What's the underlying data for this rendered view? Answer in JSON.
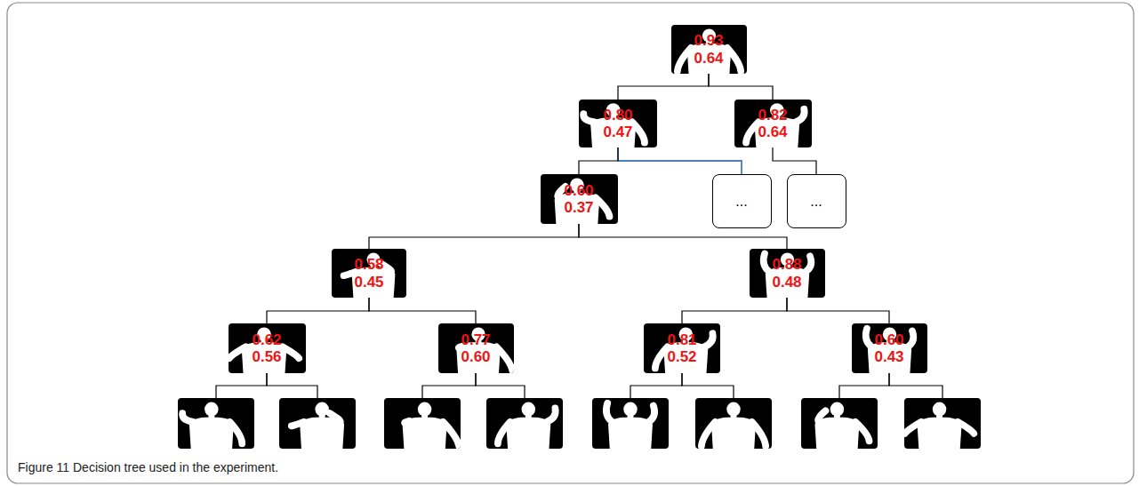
{
  "diagram": {
    "caption": "Figure 11 Decision tree used in the experiment.",
    "nodes": [
      {
        "text": [
          "0.93",
          "0.64"
        ]
      },
      {
        "text": [
          "0.80",
          "0.47"
        ]
      },
      {
        "text": [
          "0.82",
          "0.64"
        ]
      },
      {
        "text": [
          "0.60",
          "0.37"
        ]
      },
      {
        "text": [
          "..."
        ]
      },
      {
        "text": [
          "..."
        ]
      },
      {
        "text": [
          "0.58",
          "0.45"
        ]
      },
      {
        "text": [
          "0.88",
          "0.48"
        ]
      },
      {
        "text": [
          "0.62",
          "0.56"
        ]
      },
      {
        "text": [
          "0.77",
          "0.60"
        ]
      },
      {
        "text": [
          "0.81",
          "0.52"
        ]
      },
      {
        "text": [
          "0.60",
          "0.43"
        ]
      }
    ],
    "edges": [
      {
        "from": 0,
        "to": 1,
        "arrow": "none"
      },
      {
        "from": 0,
        "to": 2,
        "arrow": "none"
      },
      {
        "from": 1,
        "to": 3,
        "arrow": "none"
      },
      {
        "from": 1,
        "to": 4,
        "arrow": "none"
      },
      {
        "from": 2,
        "to": 5,
        "arrow": "none"
      },
      {
        "from": 3,
        "to": 6,
        "arrow": "none"
      },
      {
        "from": 3,
        "to": 7,
        "arrow": "none"
      },
      {
        "from": 6,
        "to": 8,
        "arrow": "none"
      },
      {
        "from": 6,
        "to": 9,
        "arrow": "none"
      },
      {
        "from": 7,
        "to": 10,
        "arrow": "none"
      },
      {
        "from": 7,
        "to": 11,
        "arrow": "none"
      }
    ]
  }
}
